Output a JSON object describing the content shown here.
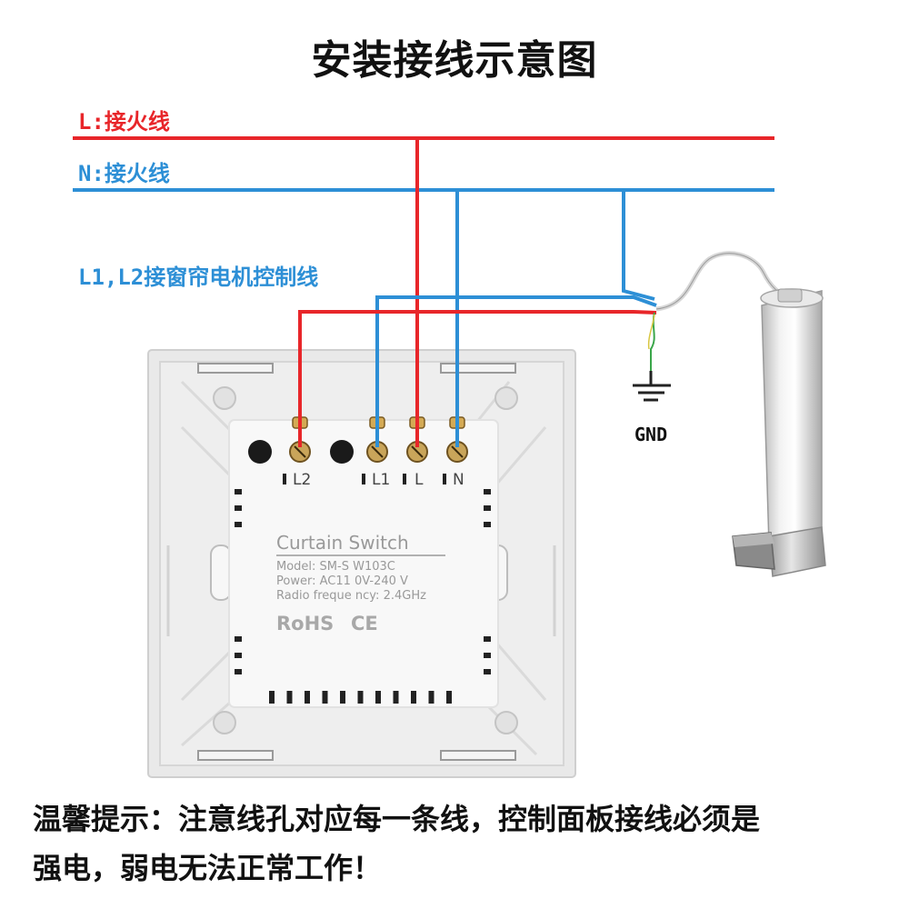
{
  "title": "安装接线示意图",
  "wires": {
    "l_label": "L:接火线",
    "n_label": "N:接火线",
    "control_label": "L1,L2接窗帘电机控制线",
    "l_color": "#e8262a",
    "n_color": "#2d8fd6"
  },
  "ground_label": "GND",
  "switch": {
    "terminals": [
      "L2",
      "L1",
      "L",
      "N"
    ],
    "product_name": "Curtain Switch",
    "model": "Model: SM-S W103C",
    "power": "Power: AC11 0V-240 V",
    "radio": "Radio freque ncy: 2.4GHz",
    "cert_rohs": "RoHS",
    "cert_ce": "CE"
  },
  "tip": {
    "line1": "温馨提示：注意线孔对应每一条线，控制面板接线必须是",
    "line2": "强电，弱电无法正常工作！"
  }
}
